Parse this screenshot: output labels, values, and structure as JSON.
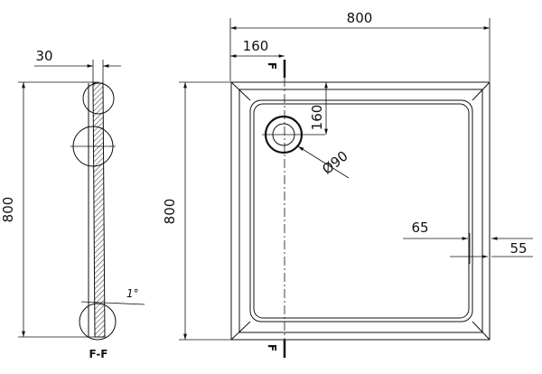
{
  "section": {
    "thickness_label": "30",
    "height_label": "800",
    "slope_label": "1°",
    "section_label": "F-F"
  },
  "plan": {
    "width_label": "800",
    "height_label": "800",
    "drain_x_label": "160",
    "drain_y_label": "160",
    "drain_dia_label": "Ø90",
    "rim_inner_label": "65",
    "rim_outer_label": "55",
    "cut_mark_label": "F"
  },
  "colors": {
    "line": "#111111",
    "background": "#ffffff"
  }
}
